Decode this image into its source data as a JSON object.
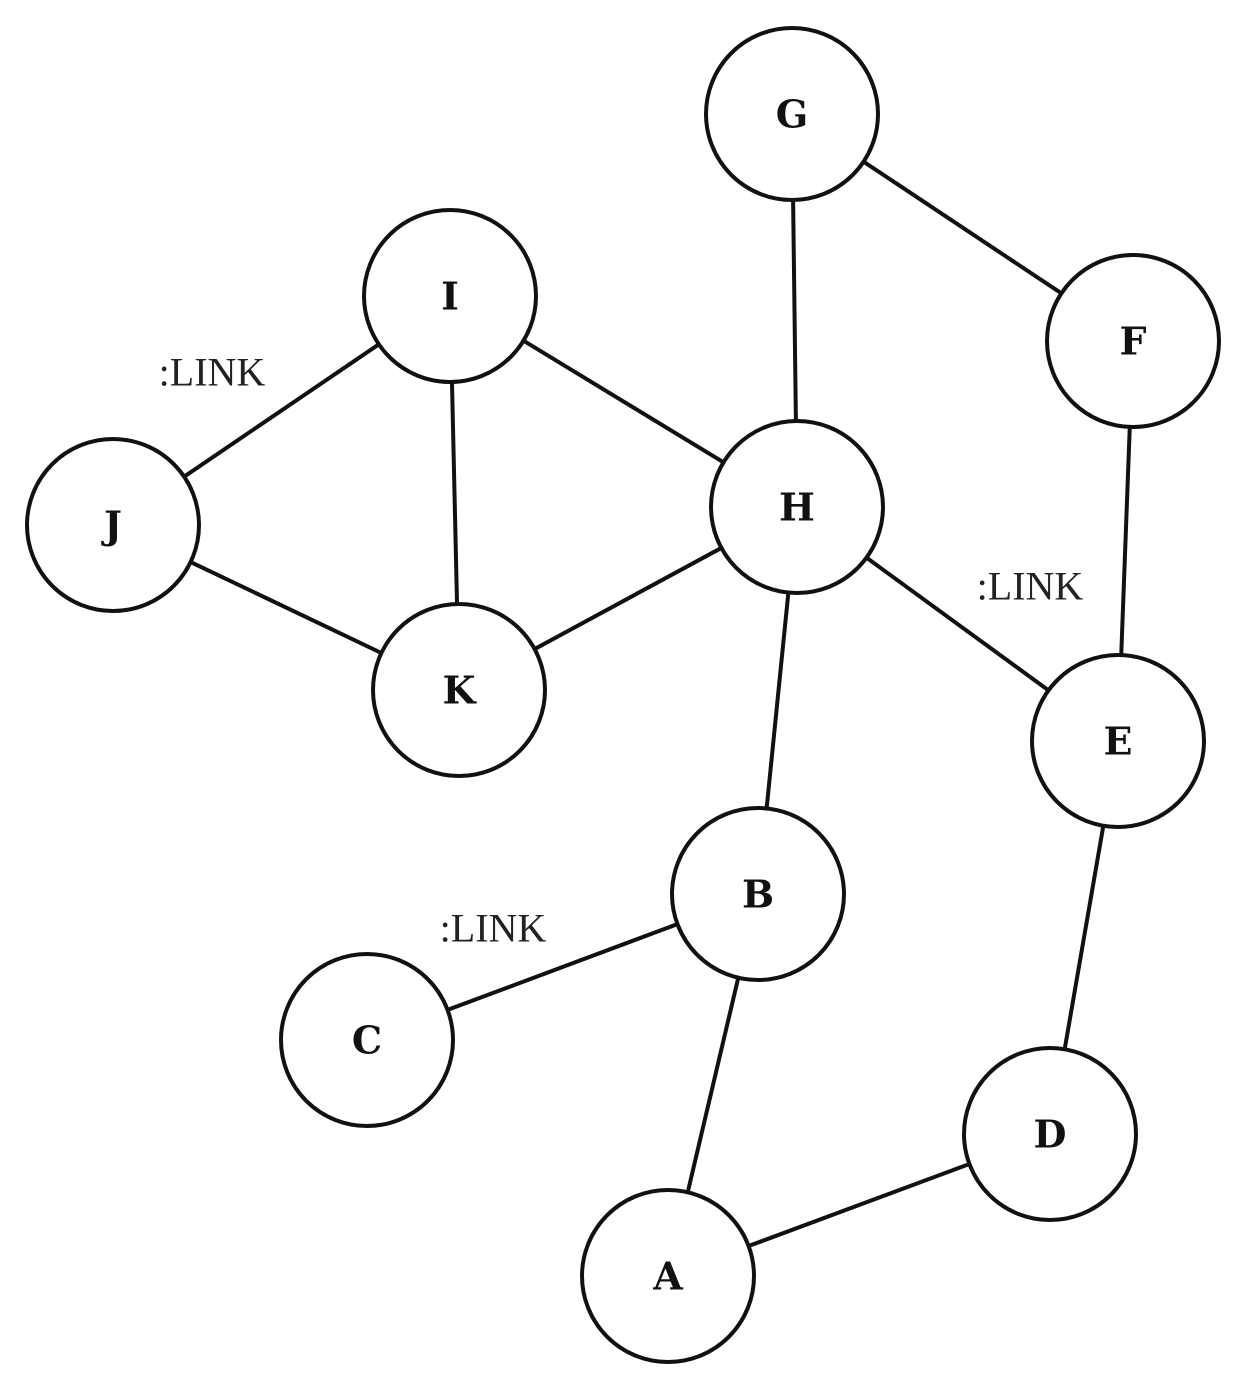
{
  "nodes": [
    {
      "id": "G",
      "label": "G"
    },
    {
      "id": "I",
      "label": "I"
    },
    {
      "id": "F",
      "label": "F"
    },
    {
      "id": "J",
      "label": "J"
    },
    {
      "id": "H",
      "label": "H"
    },
    {
      "id": "K",
      "label": "K"
    },
    {
      "id": "E",
      "label": "E"
    },
    {
      "id": "B",
      "label": "B"
    },
    {
      "id": "C",
      "label": "C"
    },
    {
      "id": "D",
      "label": "D"
    },
    {
      "id": "A",
      "label": "A"
    }
  ],
  "edges": [
    {
      "from": "G",
      "to": "H"
    },
    {
      "from": "G",
      "to": "F"
    },
    {
      "from": "F",
      "to": "E"
    },
    {
      "from": "I",
      "to": "J",
      "label": ":LINK"
    },
    {
      "from": "I",
      "to": "K"
    },
    {
      "from": "I",
      "to": "H"
    },
    {
      "from": "J",
      "to": "K"
    },
    {
      "from": "H",
      "to": "K"
    },
    {
      "from": "H",
      "to": "E",
      "label": ":LINK"
    },
    {
      "from": "H",
      "to": "B"
    },
    {
      "from": "E",
      "to": "D"
    },
    {
      "from": "B",
      "to": "C",
      "label": ":LINK"
    },
    {
      "from": "B",
      "to": "A"
    },
    {
      "from": "A",
      "to": "D"
    }
  ]
}
